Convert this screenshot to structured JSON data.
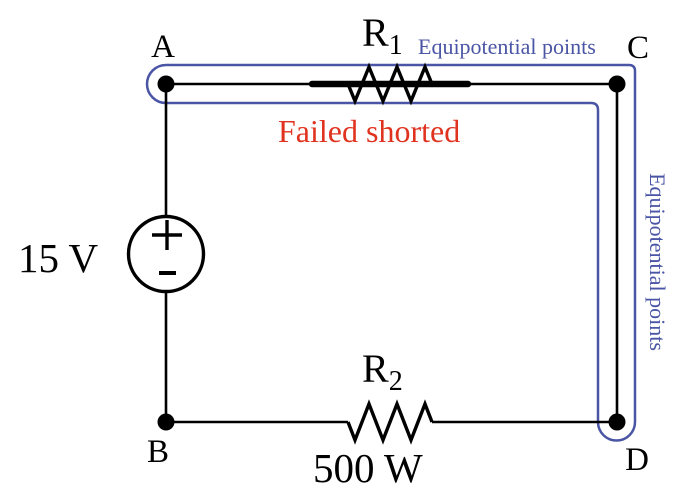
{
  "diagram": {
    "nodes": {
      "a": "A",
      "b": "B",
      "c": "C",
      "d": "D"
    },
    "source": {
      "value": "15 V",
      "plus": "+",
      "minus": "-"
    },
    "r1": {
      "base": "R",
      "sub": "1",
      "failure_note": "Failed shorted"
    },
    "r2": {
      "base": "R",
      "sub": "2",
      "power": "500 W"
    },
    "annotations": {
      "equipotential_top": "Equipotential points",
      "equipotential_right": "Equipotential points"
    },
    "colors": {
      "annotation_blue": "#4a55a5",
      "failure_red": "#e0331f",
      "wire_black": "#000000"
    }
  }
}
